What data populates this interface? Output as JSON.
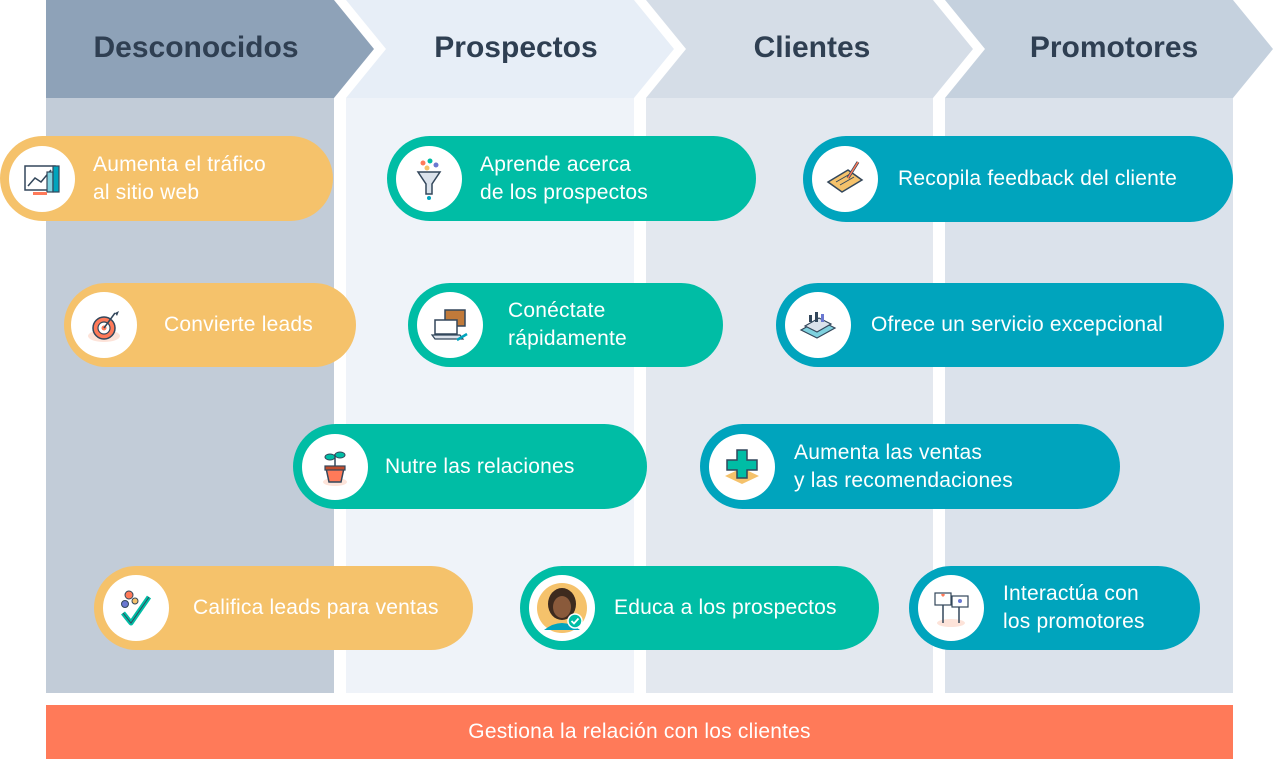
{
  "stages": [
    {
      "label": "Desconocidos",
      "color": "#8ea2b8"
    },
    {
      "label": "Prospectos",
      "color": "#e7eef7"
    },
    {
      "label": "Clientes",
      "color": "#d5dde7"
    },
    {
      "label": "Promotores",
      "color": "#c5d1de"
    }
  ],
  "colors": {
    "yellow": "#f5c26b",
    "green": "#00bda5",
    "teal": "#00a4bd",
    "bottom_bar": "#ff7a59",
    "heading_text": "#2f3f52"
  },
  "activities": [
    {
      "name": "increase-traffic",
      "icon": "chart-icon",
      "color": "yellow",
      "lines": [
        "Aumenta el tráfico",
        "al sitio web"
      ]
    },
    {
      "name": "learn-about-prospects",
      "icon": "funnel-icon",
      "color": "green",
      "lines": [
        "Aprende acerca",
        "de los prospectos"
      ]
    },
    {
      "name": "collect-feedback",
      "icon": "notepad-icon",
      "color": "teal",
      "lines": [
        "Recopila feedback del cliente"
      ]
    },
    {
      "name": "convert-leads",
      "icon": "target-icon",
      "color": "yellow",
      "lines": [
        "Convierte leads"
      ]
    },
    {
      "name": "connect-quickly",
      "icon": "laptop-icon",
      "color": "green",
      "lines": [
        "Conéctate",
        "rápidamente"
      ]
    },
    {
      "name": "exceptional-service",
      "icon": "service-icon",
      "color": "teal",
      "lines": [
        "Ofrece un servicio excepcional"
      ]
    },
    {
      "name": "nurture-relationships",
      "icon": "plant-icon",
      "color": "green",
      "lines": [
        "Nutre las relaciones"
      ]
    },
    {
      "name": "increase-sales",
      "icon": "plus-icon",
      "color": "teal",
      "lines": [
        "Aumenta las ventas",
        "y las recomendaciones"
      ]
    },
    {
      "name": "qualify-leads",
      "icon": "checkmark-icon",
      "color": "yellow",
      "lines": [
        "Califica leads para ventas"
      ]
    },
    {
      "name": "educate-prospects",
      "icon": "avatar-icon",
      "color": "green",
      "lines": [
        "Educa a los prospectos"
      ]
    },
    {
      "name": "engage-promoters",
      "icon": "signs-icon",
      "color": "teal",
      "lines": [
        "Interactúa con",
        "los promotores"
      ]
    }
  ],
  "bottom_bar": {
    "label": "Gestiona la relación con los clientes"
  }
}
